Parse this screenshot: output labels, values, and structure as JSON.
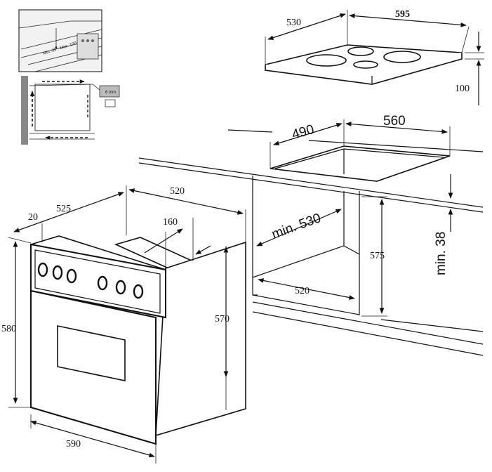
{
  "hob": {
    "depth": "530",
    "width": "595",
    "height": "100"
  },
  "cutout": {
    "depth": "490",
    "width": "560",
    "min_clearance": "min. 38"
  },
  "cabinet": {
    "min_depth": "min. 530",
    "width": "520",
    "height": "575"
  },
  "oven": {
    "depth": "525",
    "panel": "20",
    "body_width": "520",
    "top_unit": "160",
    "height": "580",
    "body_height": "570",
    "front_width": "590"
  },
  "inset": {
    "vent_label": "Min. 35 - Max. 100",
    "gap_label": "6 mm"
  }
}
